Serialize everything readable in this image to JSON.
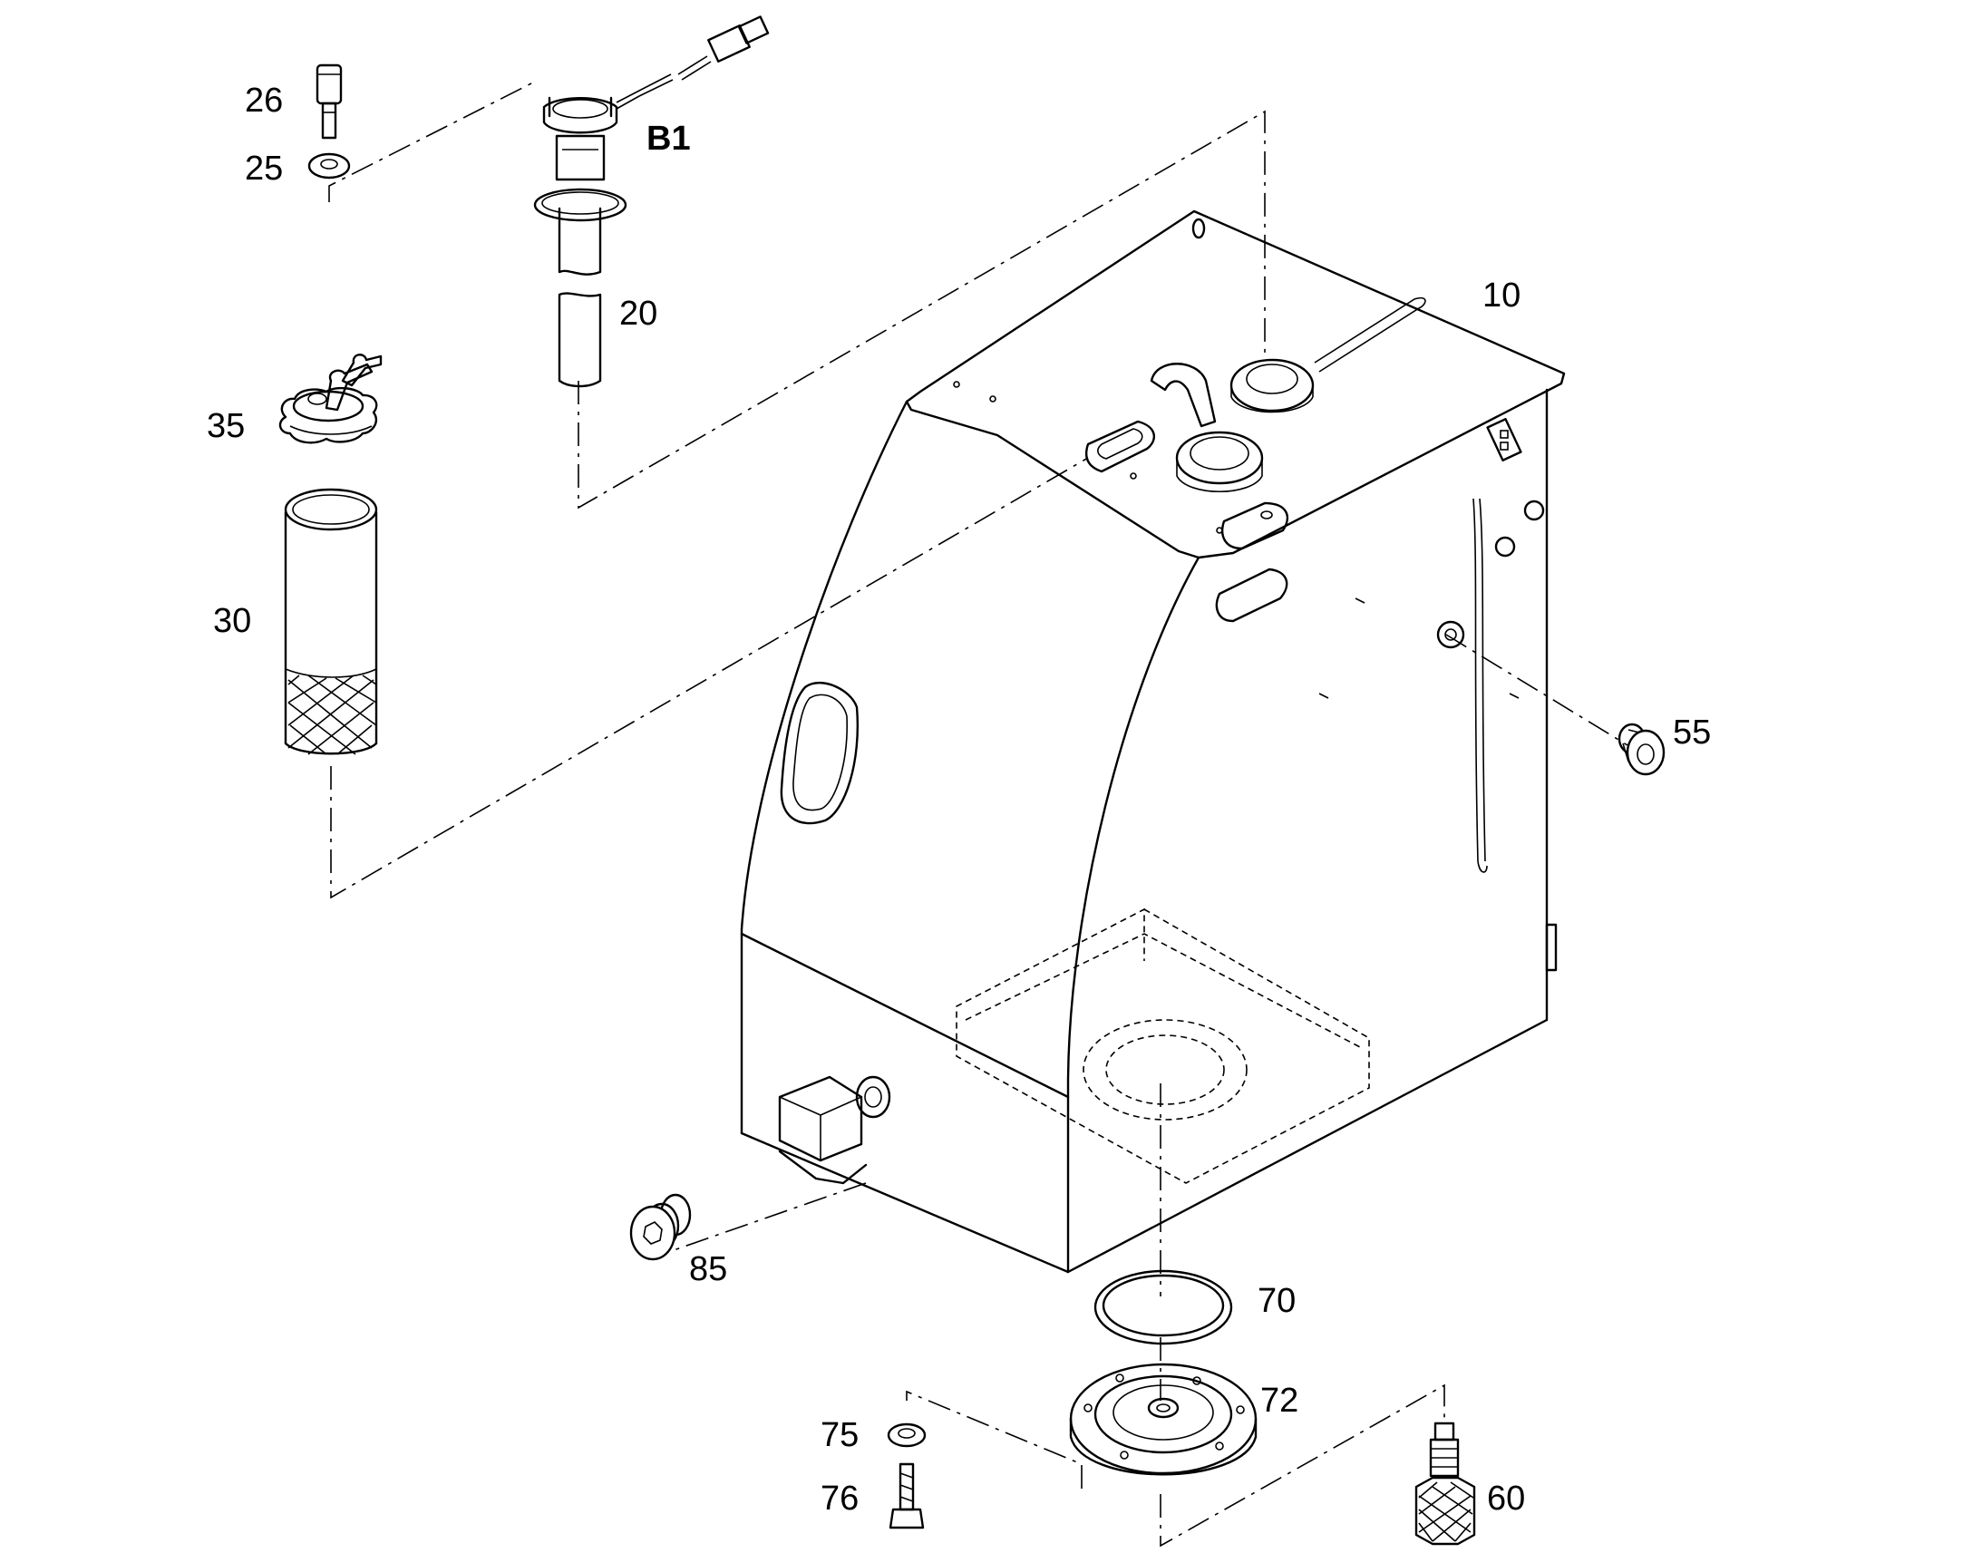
{
  "callouts": {
    "c26": "26",
    "c25": "25",
    "cB1": "B1",
    "c20": "20",
    "c35": "35",
    "c30": "30",
    "c10": "10",
    "c55": "55",
    "c85": "85",
    "c70": "70",
    "c72": "72",
    "c75": "75",
    "c76": "76",
    "c60": "60"
  }
}
